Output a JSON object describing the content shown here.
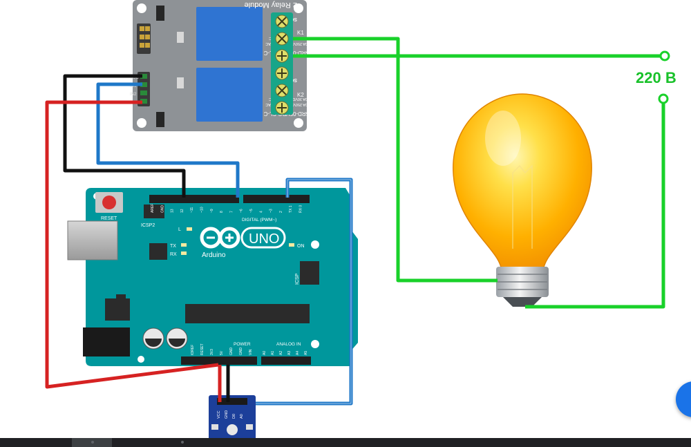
{
  "voltage_label": "220 B",
  "relay_module": {
    "title": "2 Relay Module",
    "relay_model": "SRD-05VDC-SL-C",
    "relay_rating_1": "10A 250VAC  10A 125VAC",
    "relay_rating_2": "10A 30VDC  10A 28VDC",
    "relay_brand": "SONGLE",
    "pin_labels": [
      "VCC",
      "IN1",
      "IN2",
      "GND"
    ],
    "channel_labels": [
      "K1",
      "K2"
    ]
  },
  "arduino": {
    "logo_text": "UNO",
    "brand": "Arduino",
    "reset_label": "RESET",
    "icsp2_label": "ICSP2",
    "icsp_label": "ICSP",
    "led_labels": [
      "L",
      "TX",
      "RX",
      "ON"
    ],
    "digital_label": "DIGITAL (PWM~)",
    "power_label": "POWER",
    "analog_label": "ANALOG IN",
    "digital_pins": [
      "AREF",
      "GND",
      "13",
      "12",
      "~11",
      "~10",
      "~9",
      "8",
      "7",
      "~6",
      "~5",
      "4",
      "~3",
      "2",
      "TX 1",
      "RX 0"
    ],
    "power_pins": [
      "IOREF",
      "RESET",
      "3V3",
      "5V",
      "GND",
      "GND",
      "VIN"
    ],
    "analog_pins": [
      "A0",
      "A1",
      "A2",
      "A3",
      "A4",
      "A5"
    ]
  },
  "sensor": {
    "pin_labels": [
      "VCC",
      "GND",
      "D0",
      "A0"
    ]
  },
  "colors": {
    "wire_red": "#d62222",
    "wire_black": "#111111",
    "wire_blue": "#1f78c8",
    "wire_green": "#19d12a",
    "board": "#00979c",
    "relay_pcb": "#8e9296",
    "relay_cube": "#2f74d2",
    "terminal": "#17a589",
    "bulb": "#ffb300"
  }
}
